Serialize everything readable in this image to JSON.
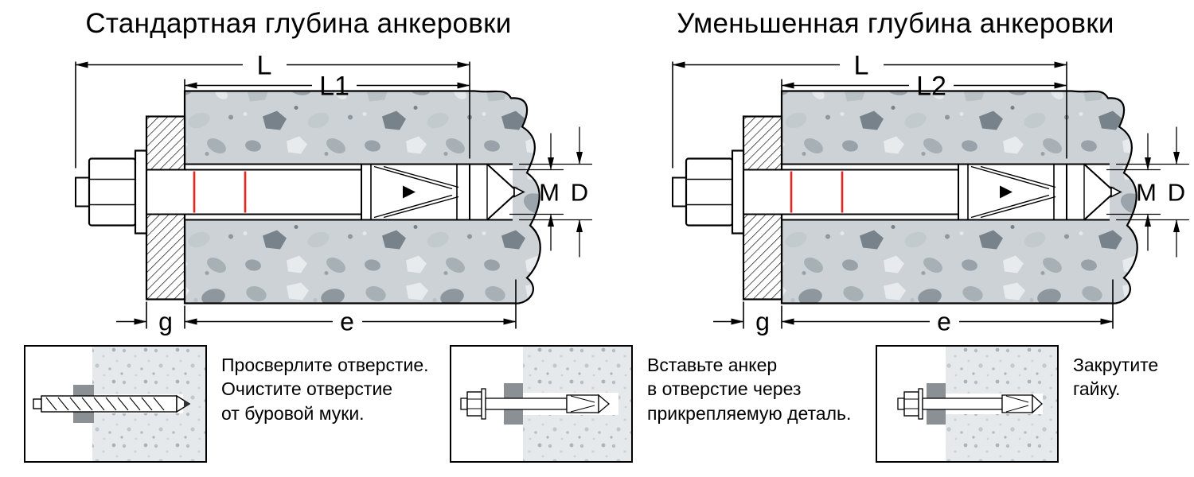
{
  "diagrams": [
    {
      "title": "Стандартная глубина анкеровки",
      "labels": {
        "L": "L",
        "Linner": "L1",
        "g": "g",
        "e": "e",
        "M": "M",
        "D": "D"
      }
    },
    {
      "title": "Уменьшенная глубина анкеровки",
      "labels": {
        "L": "L",
        "Linner": "L2",
        "g": "g",
        "e": "e",
        "M": "M",
        "D": "D"
      }
    }
  ],
  "steps": [
    {
      "text": "Просверлите отверстие.\nОчистите отверстие\nот буровой муки."
    },
    {
      "text": "Вставьте анкер\nв отверстие через\nприкрепляемую деталь."
    },
    {
      "text": "Закрутите\nгайку."
    }
  ],
  "colors": {
    "line": "#000000",
    "red_mark": "#e8251f",
    "concrete_base": "#ccd2d6",
    "fixture_gray": "#8a9094"
  }
}
